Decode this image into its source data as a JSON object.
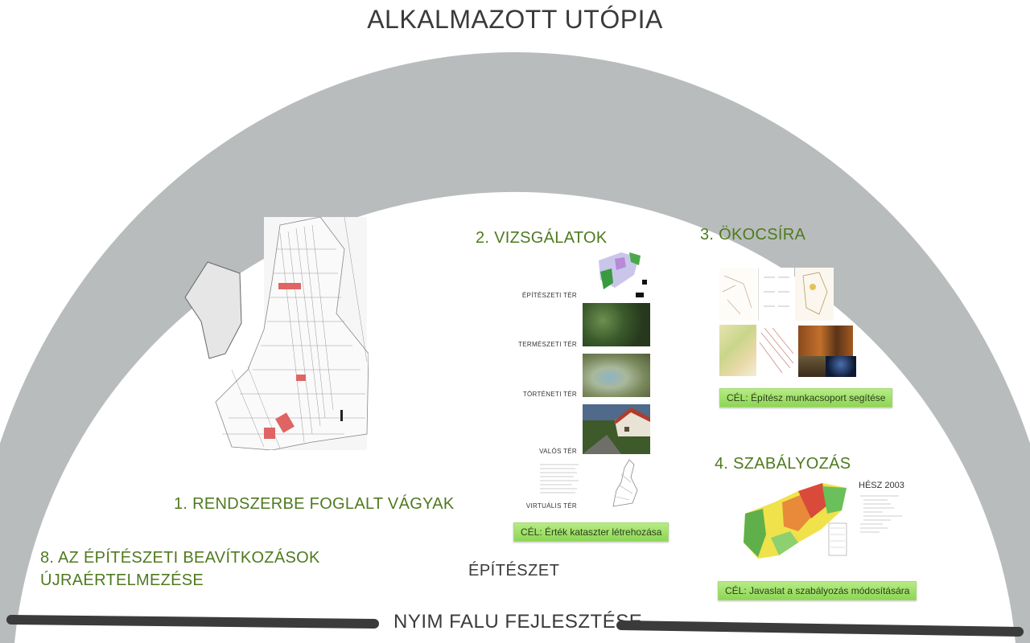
{
  "title": "ALKALMAZOTT UTÓPIA",
  "sections": {
    "s1": "1. RENDSZERBE FOGLALT VÁGYAK",
    "s2": "2. VIZSGÁLATOK",
    "s3": "3. ÖKOCSÍRA",
    "s4": "4. SZABÁLYOZÁS",
    "s8_line1": "8. AZ ÉPÍTÉSZETI BEAVÍTKOZÁSOK",
    "s8_line2": "ÚJRAÉRTELMEZÉSE"
  },
  "vizsgalatok_labels": [
    "ÉPÍTÉSZETI TÉR",
    "TERMÉSZETI TÉR",
    "TÖRTÉNETI TÉR",
    "VALÓS TÉR",
    "VIRTUÁLIS TÉR"
  ],
  "goals": {
    "g2": "CÉL: Érték kataszter létrehozása",
    "g3": "CÉL: Építész munkacsoport segítése",
    "g4": "CÉL: Javaslat a szabályozás módosítására"
  },
  "hesz_title": "HÉSZ 2003",
  "center_label": "ÉPÍTÉSZET",
  "bottom_title": "NYIM FALU FEJLESZTÉSE",
  "colors": {
    "arch": "#b8bcbc",
    "section_green": "#4f7a1f",
    "dark_text": "#3a3a3a",
    "goal_green": "#9ddf67"
  }
}
